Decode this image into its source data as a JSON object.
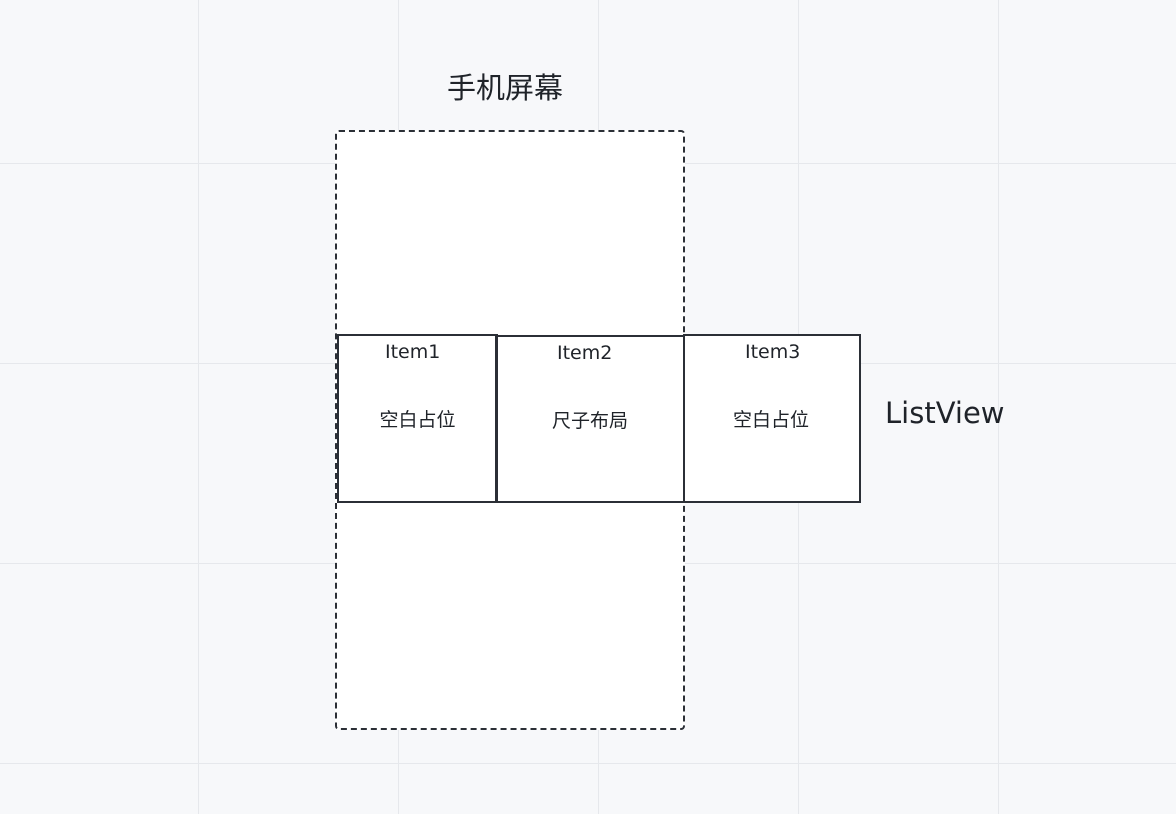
{
  "diagram": {
    "phone_screen_label": "手机屏幕",
    "listview_label": "ListView",
    "items": [
      {
        "title": "Item1",
        "content": "空白占位"
      },
      {
        "title": "Item2",
        "content": "尺子布局"
      },
      {
        "title": "Item3",
        "content": "空白占位"
      }
    ]
  },
  "colors": {
    "background": "#f7f8fa",
    "grid_line": "#e6e8ec",
    "stroke": "#2b2f36",
    "text": "#1f2329",
    "box_fill": "#ffffff"
  }
}
